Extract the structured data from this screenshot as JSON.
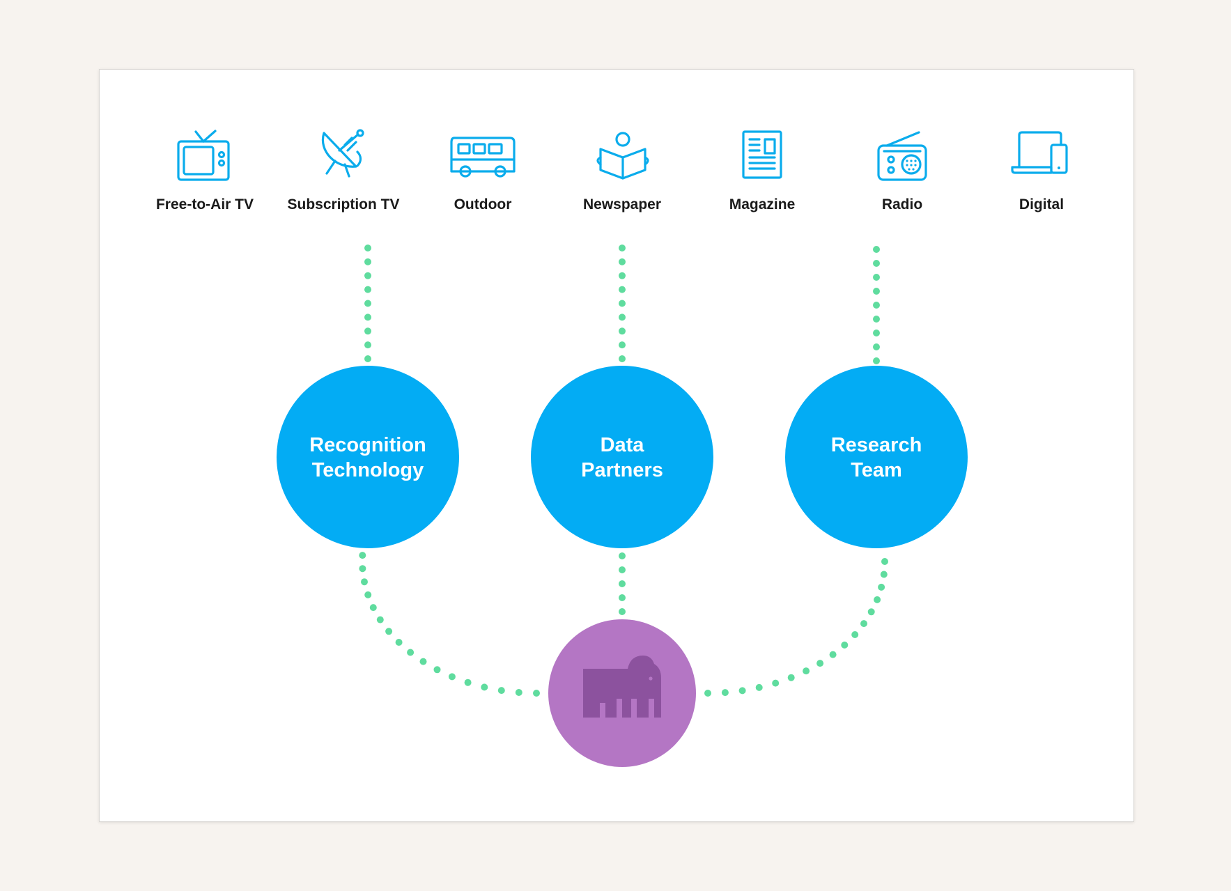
{
  "media_channels": [
    {
      "label": "Free-to-Air TV",
      "icon": "tv-icon"
    },
    {
      "label": "Subscription TV",
      "icon": "satellite-dish-icon"
    },
    {
      "label": "Outdoor",
      "icon": "bus-icon"
    },
    {
      "label": "Newspaper",
      "icon": "reader-icon"
    },
    {
      "label": "Magazine",
      "icon": "magazine-icon"
    },
    {
      "label": "Radio",
      "icon": "radio-icon"
    },
    {
      "label": "Digital",
      "icon": "devices-icon"
    }
  ],
  "sources": [
    {
      "line1": "Recognition",
      "line2": "Technology"
    },
    {
      "line1": "Data",
      "line2": "Partners"
    },
    {
      "line1": "Research",
      "line2": "Team"
    }
  ],
  "hub": {
    "icon": "elephant-icon"
  },
  "colors": {
    "icon": "#0aacec",
    "source_circle": "#03acf4",
    "hub_circle": "#b476c4",
    "hub_icon": "#8c529e",
    "connector": "#5fdc9e",
    "label": "#1a1a1a",
    "background": "#f7f3ef",
    "card": "#ffffff"
  }
}
